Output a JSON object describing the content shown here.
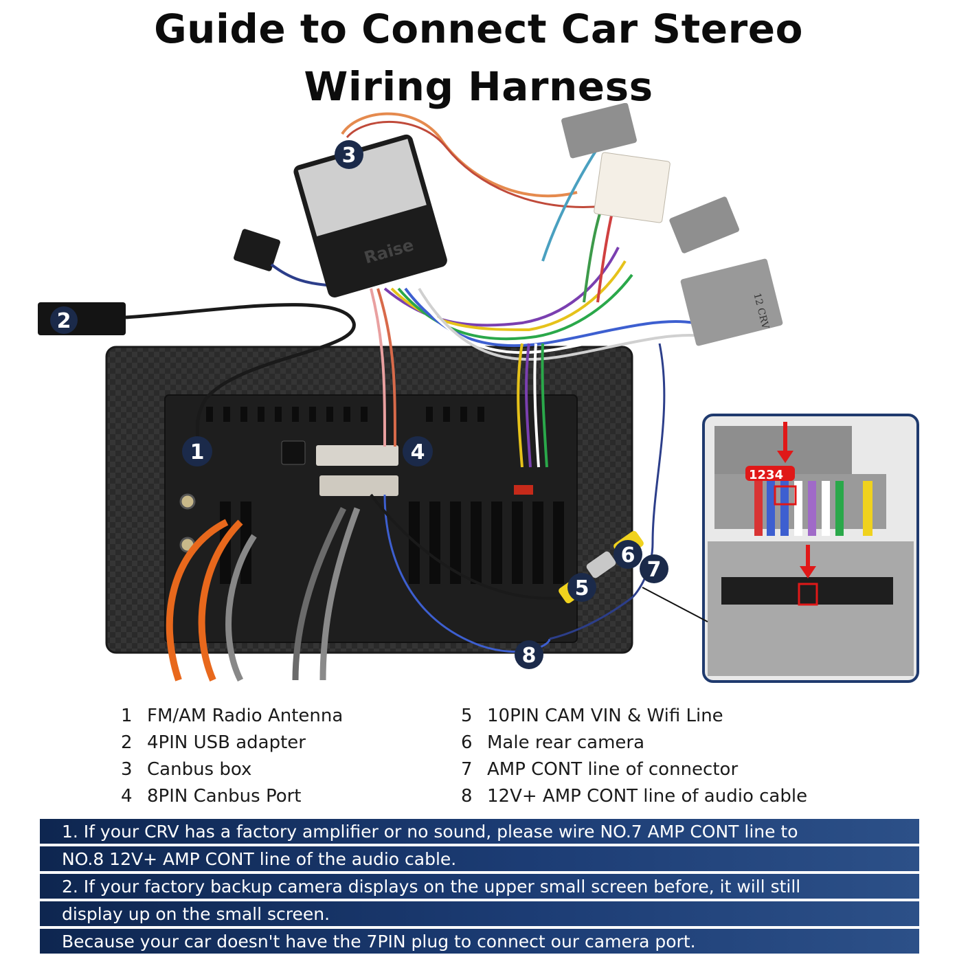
{
  "title": {
    "line1": "Guide to Connect Car Stereo",
    "line2": "Wiring Harness"
  },
  "markers": [
    "1",
    "2",
    "3",
    "4",
    "5",
    "6",
    "7",
    "8"
  ],
  "inset": {
    "pin_label": "1234",
    "connector_label": "12 CRV"
  },
  "canbus_box": {
    "brand": "Raise"
  },
  "legend": {
    "left": [
      {
        "num": "1",
        "text": "FM/AM Radio Antenna"
      },
      {
        "num": "2",
        "text": "4PIN USB adapter"
      },
      {
        "num": "3",
        "text": "Canbus box"
      },
      {
        "num": "4",
        "text": "8PIN Canbus Port"
      }
    ],
    "right": [
      {
        "num": "5",
        "text": "10PIN CAM VIN & Wifi Line"
      },
      {
        "num": "6",
        "text": "Male rear camera"
      },
      {
        "num": "7",
        "text": "AMP CONT line of connector"
      },
      {
        "num": "8",
        "text": "12V+ AMP CONT line of audio cable"
      }
    ]
  },
  "notes": [
    "1. If your CRV has a factory amplifier or no sound, please wire NO.7 AMP CONT line to",
    "NO.8 12V+ AMP CONT line of the audio cable.",
    "2. If your factory backup camera displays on the upper small screen before, it will still",
    "display up on the small screen.",
    "Because your car doesn't have the 7PIN plug to connect our camera port."
  ],
  "colors": {
    "marker_bg": "#1b2a4a",
    "note_bg": "#163366",
    "head_unit": "#2b2b2b",
    "inset_border": "#1f3a6e",
    "highlight": "#e01818"
  }
}
